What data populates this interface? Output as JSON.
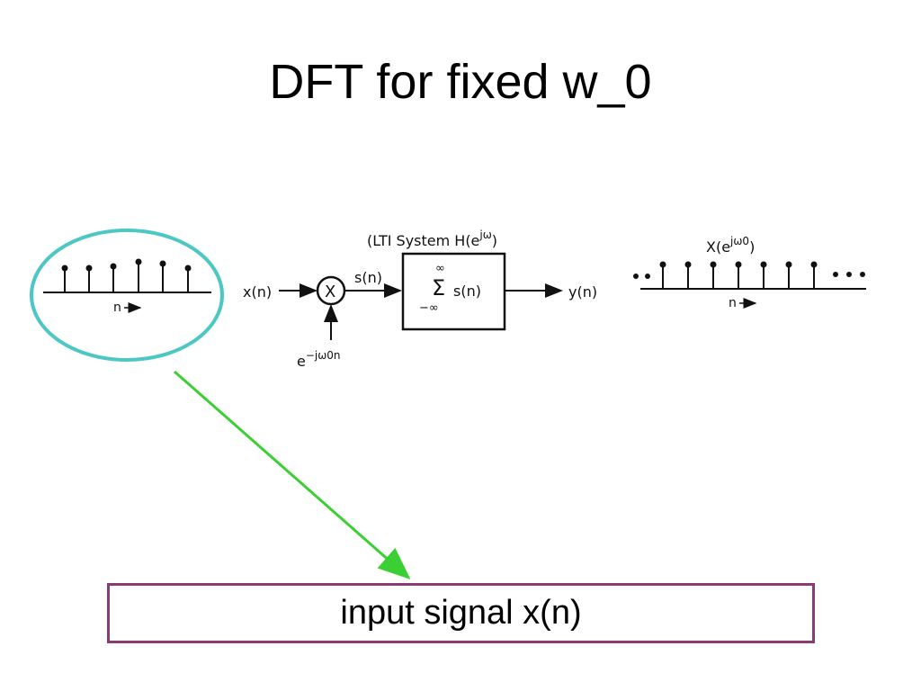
{
  "slide": {
    "title": "DFT for fixed w_0",
    "caption": "input signal x(n)"
  },
  "diagram": {
    "input_axis_label": "n",
    "input_label": "x(n)",
    "multiplier_symbol": "X",
    "modulator_label": "e",
    "modulator_exponent": "−jω0n",
    "product_label": "s(n)",
    "system_label": "(LTI System H(e",
    "system_label_exponent": "jω",
    "system_label_close": ")",
    "sum_upper_limit": "∞",
    "sum_symbol": "Σ",
    "sum_lower_limit": "−∞",
    "sum_term": "s(n)",
    "output_label": "y(n)",
    "output_value_label": "X(e",
    "output_value_exponent": "jω0",
    "output_value_close": ")",
    "output_axis_label": "n"
  },
  "colors": {
    "highlight_ellipse": "#4cc7c4",
    "arrow": "#3ccf35",
    "caption_border": "#8b3a74"
  }
}
